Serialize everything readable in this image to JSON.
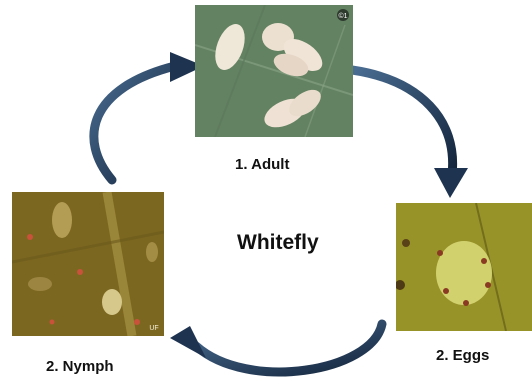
{
  "title": "Whitefly",
  "stages": {
    "adult": {
      "label": "1. Adult"
    },
    "eggs": {
      "label": "2. Eggs"
    },
    "nymph": {
      "label": "2. Nymph"
    }
  },
  "photo_marks": {
    "adult_corner": "©1",
    "nymph_corner": "UF"
  },
  "colors": {
    "arrow": "#1d3350",
    "arrow_highlight": "#4a6d92",
    "leaf_green": "#6f8f6c",
    "nymph_bg": "#8a7427",
    "eggs_bg": "#a9a532"
  }
}
